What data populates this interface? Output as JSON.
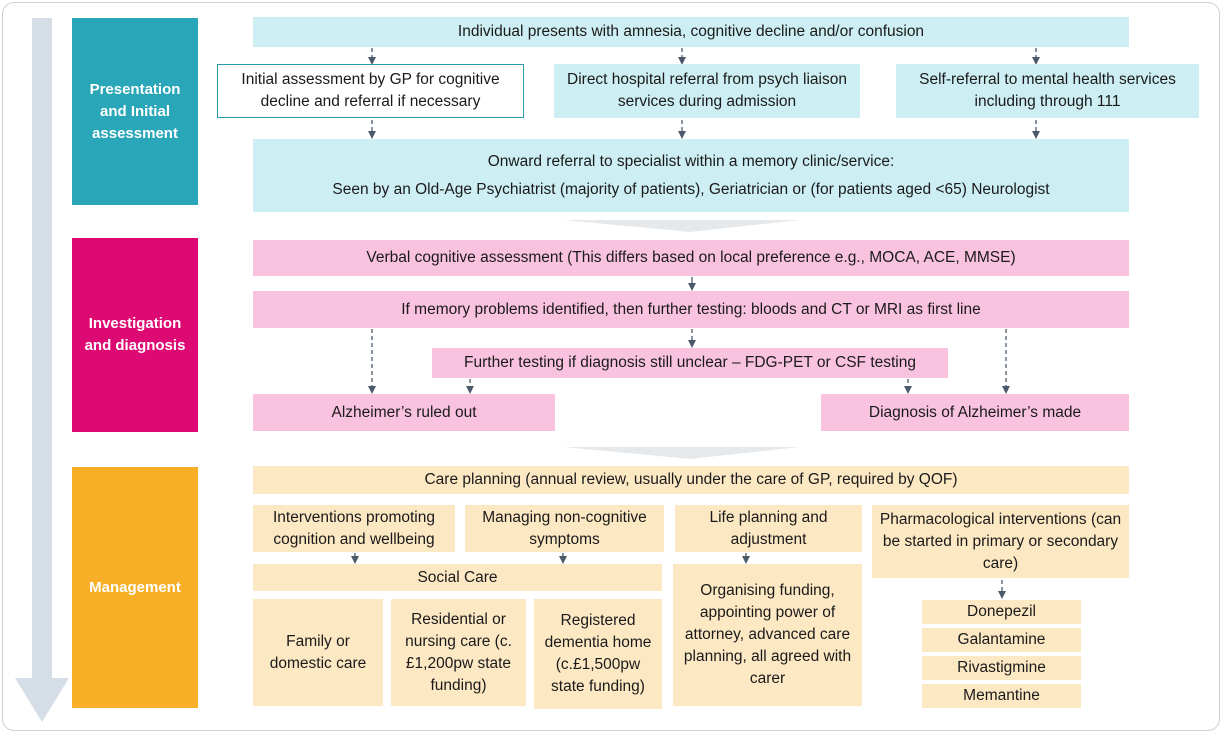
{
  "phases": {
    "presentation": "Presentation and Initial assessment",
    "investigation": "Investigation and diagnosis",
    "management": "Management"
  },
  "presentation": {
    "top": "Individual presents with amnesia, cognitive decline and/or confusion",
    "gp": "Initial assessment by GP for cognitive decline and referral if necessary",
    "hospital": "Direct hospital referral from psych liaison services during admission",
    "self": "Self-referral to mental health services including through 111",
    "onward_line1": "Onward referral to specialist within a memory clinic/service:",
    "onward_line2": "Seen by an Old-Age Psychiatrist (majority of patients), Geriatrician or (for patients aged <65) Neurologist"
  },
  "investigation": {
    "verbal": "Verbal cognitive assessment (This differs based on local preference e.g., MOCA, ACE, MMSE)",
    "memory": "If memory problems identified, then further testing: bloods and CT or MRI as first line",
    "further": "Further testing if diagnosis still unclear – FDG-PET or CSF testing",
    "ruled_out": "Alzheimer’s ruled out",
    "diagnosis": "Diagnosis of Alzheimer’s made"
  },
  "management": {
    "care_planning": "Care planning (annual review, usually under the care of GP, required by QOF)",
    "interventions": "Interventions promoting cognition and wellbeing",
    "noncognitive": "Managing non-cognitive symptoms",
    "life_planning": "Life planning and adjustment",
    "pharma": "Pharmacological interventions (can be started in primary or secondary care)",
    "social_care": "Social Care",
    "family": "Family or domestic care",
    "residential": "Residential or nursing care (c.£1,200pw state funding)",
    "registered": "Registered dementia home (c.£1,500pw state funding)",
    "organising": "Organising funding, appointing power of attorney, advanced care planning, all agreed with carer",
    "drugs": [
      "Donepezil",
      "Galantamine",
      "Rivastigmine",
      "Memantine"
    ]
  },
  "colors": {
    "phase_presentation": "#29a6b8",
    "phase_investigation": "#dd0a73",
    "phase_management": "#f6af27",
    "cyan_box": "#cdeef3",
    "pink_box": "#f9c3df",
    "peach_box": "#fde8c4",
    "timeline_arrow": "#d5dee7",
    "connector": "#4b5a6a"
  }
}
